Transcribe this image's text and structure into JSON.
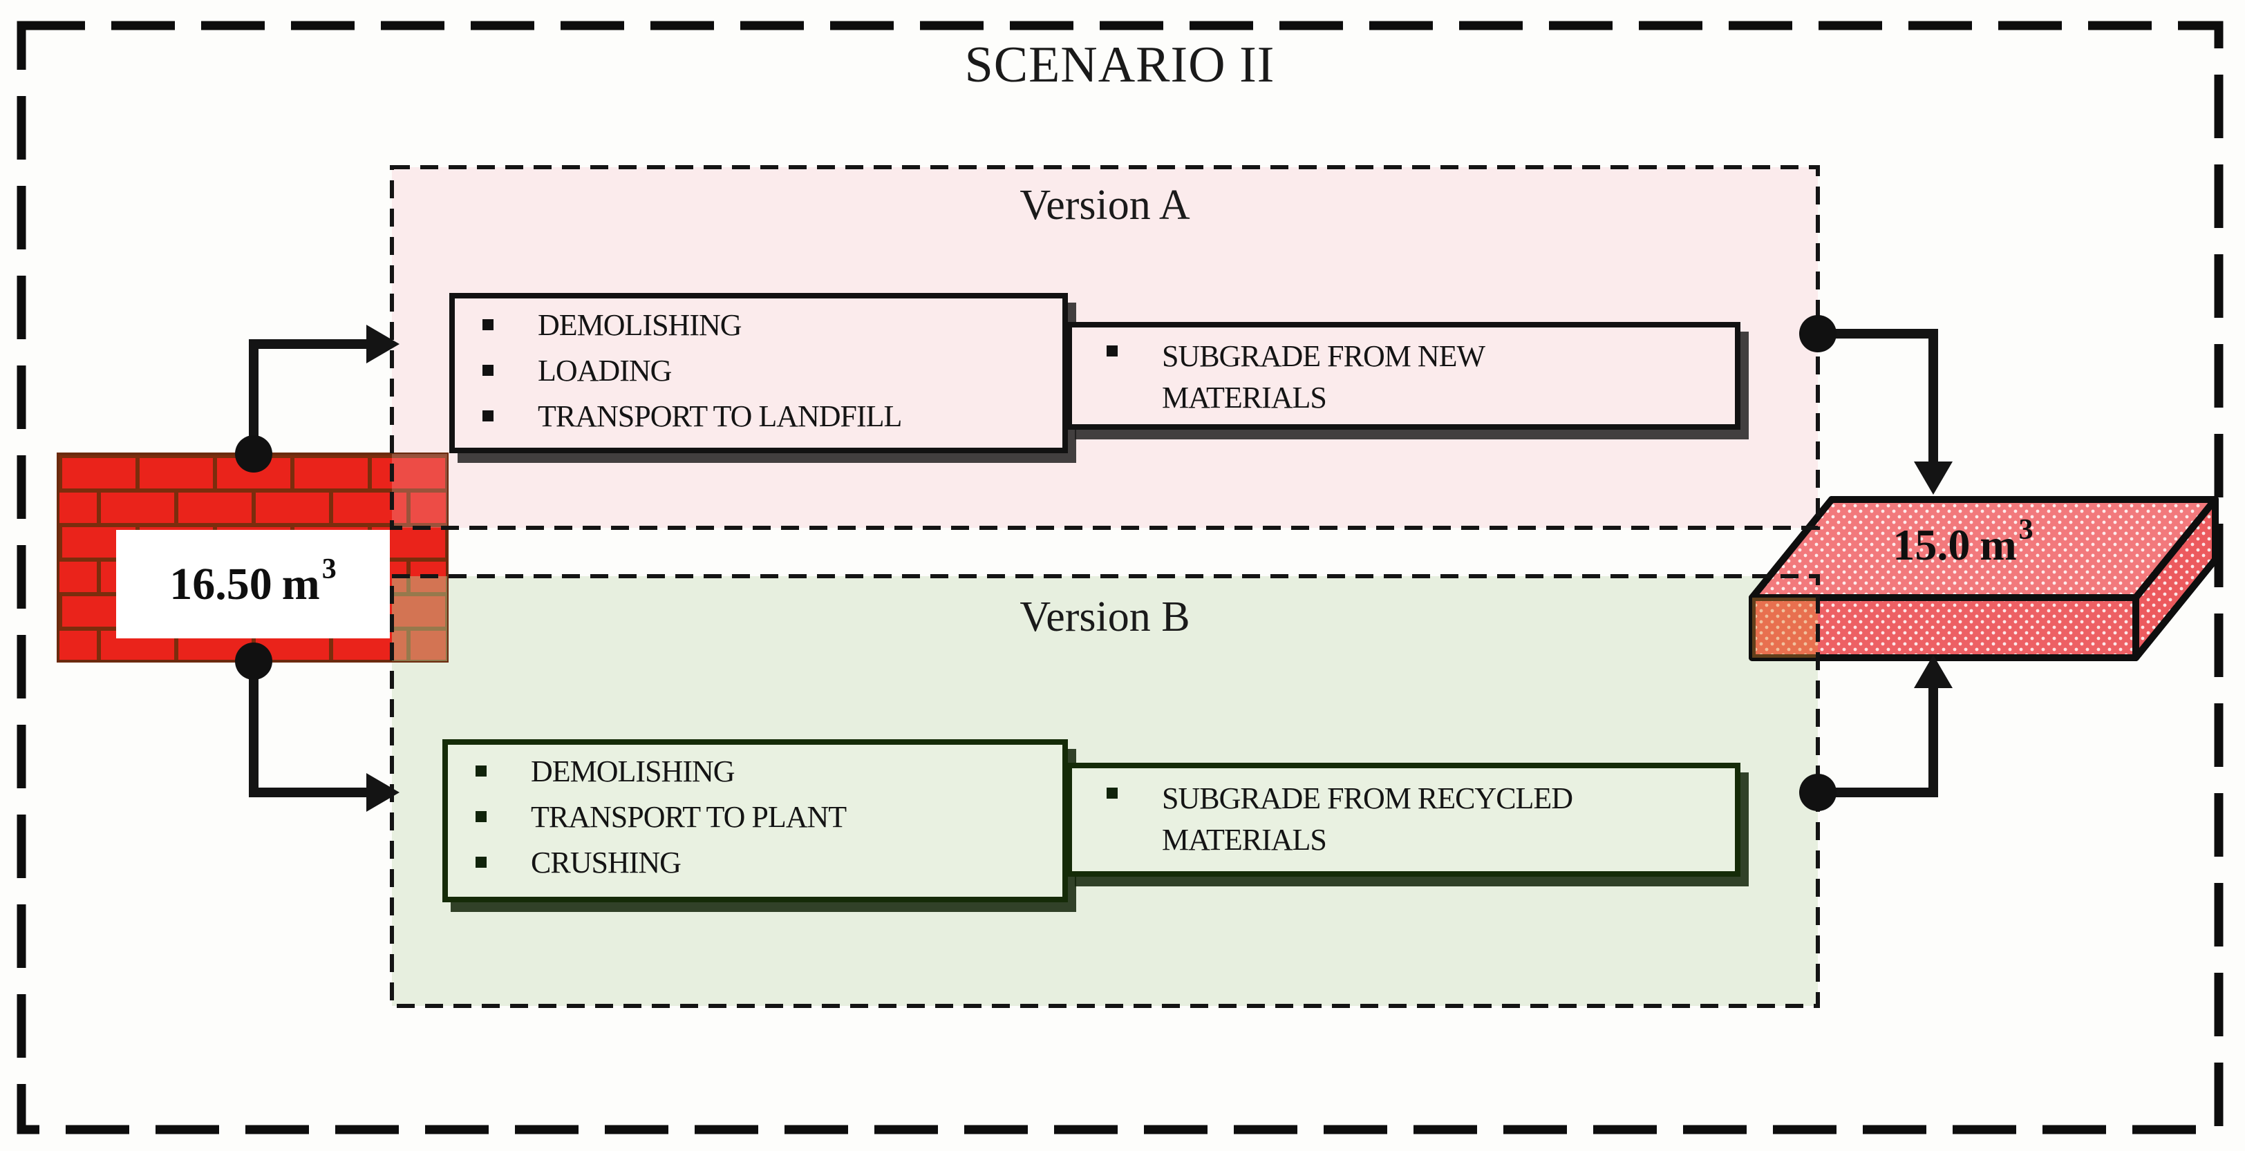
{
  "figure": {
    "title": "SCENARIO II",
    "source": {
      "icon": "brick-wall-icon",
      "volume_number": "16.50",
      "volume_unit": "m",
      "volume_exponent": "3"
    },
    "output": {
      "icon": "subgrade-slab-icon",
      "volume_number": "15.0",
      "volume_unit": "m",
      "volume_exponent": "3"
    },
    "version_a": {
      "title": "Version A",
      "process_steps": [
        "DEMOLISHING",
        "LOADING",
        "TRANSPORT TO LANDFILL"
      ],
      "result": "SUBGRADE FROM NEW MATERIALS"
    },
    "version_b": {
      "title": "Version B",
      "process_steps": [
        "DEMOLISHING",
        "TRANSPORT TO PLANT",
        "CRUSHING"
      ],
      "result": "SUBGRADE FROM RECYCLED MATERIALS"
    },
    "colors": {
      "version_a_panel": "#fbebec",
      "version_b_panel": "#e7efdf",
      "brick_red": "#ea231b",
      "mortar_brown": "#7b2d0d",
      "slab_top": "#f2797c",
      "slab_front": "#ed6064",
      "outline_black": "#141414",
      "version_b_border": "#152b08"
    }
  }
}
